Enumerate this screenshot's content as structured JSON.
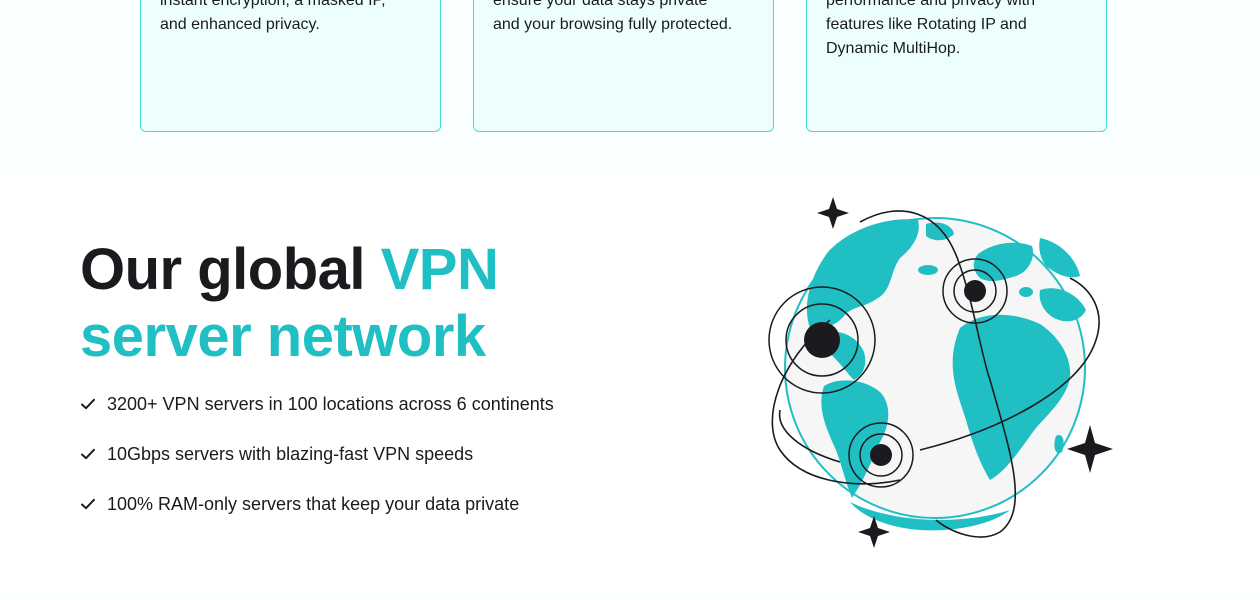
{
  "benefit_cards": [
    {
      "text": "instant encryption, a masked IP,\nand enhanced privacy."
    },
    {
      "text": "ensure your data stays private\nand your browsing fully protected."
    },
    {
      "text": "performance and privacy with\nfeatures like Rotating IP and\nDynamic MultiHop."
    }
  ],
  "network_section": {
    "title_plain": "Our global ",
    "title_accent_1": "VPN",
    "title_accent_2": "server network",
    "features": [
      {
        "text": "3200+ VPN servers in 100 locations across 6 continents",
        "icon": "check-icon"
      },
      {
        "text": "10Gbps servers with blazing-fast VPN speeds",
        "icon": "check-icon"
      },
      {
        "text": "100% RAM-only servers that keep your data private",
        "icon": "check-icon"
      }
    ],
    "illustration": "globe-illustration"
  },
  "colors": {
    "accent": "#1fbfc4",
    "card_border": "#4fd6da",
    "card_bg": "#ecfffe",
    "text": "#1b1b1f",
    "band_bg": "#f9fefe"
  }
}
